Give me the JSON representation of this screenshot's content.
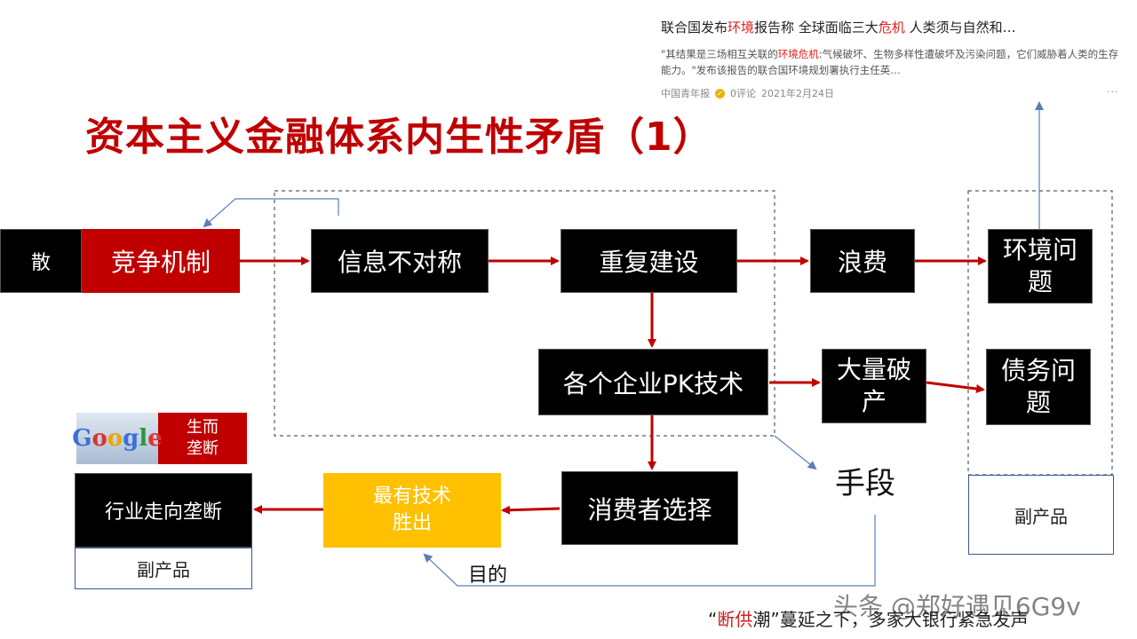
{
  "news": {
    "title_parts": [
      "联合国发布",
      "环境",
      "报告称 全球面临三大",
      "危机",
      " 人类须与自然和…"
    ],
    "snippet_parts": [
      "\"其结果是三场相互关联的",
      "环境危机",
      ":气候破坏、生物多样性遭破坏及污染问题，它们威胁着人类的生存能力。\"发布该报告的联合国环境规划署执行主任英…"
    ],
    "source": "中国青年报",
    "comments": "0评论",
    "date": "2021年2月24日",
    "more": "···"
  },
  "title": "资本主义金融体系内生性矛盾（1）",
  "nodes": {
    "san": "散",
    "competition": "竞争机制",
    "info_asym": "信息不对称",
    "duplicate": "重复建设",
    "waste": "浪费",
    "env_issue": "环境问题",
    "enterprises_pk": "各个企业PK技术",
    "bankruptcy": "大量破产",
    "debt_issue": "债务问题",
    "consumer": "消费者选择",
    "best_tech": "最有技术胜出",
    "monopoly": "行业走向垄断",
    "byproduct_left": "副产品",
    "byproduct_right": "副产品",
    "born_monopoly": "生而垄断",
    "google_logo": "Google",
    "means": "手段",
    "purpose": "目的"
  },
  "bottom_headline_parts": [
    "“",
    "断供",
    "潮”蔓延之下，多家大银行紧急发声"
  ],
  "watermark": "头条 @郑好遇见6G9v",
  "colors": {
    "accent_red": "#c00000",
    "arrow_red": "#c00000",
    "link_blue": "#5a7fb5",
    "yellow": "#ffc000"
  }
}
